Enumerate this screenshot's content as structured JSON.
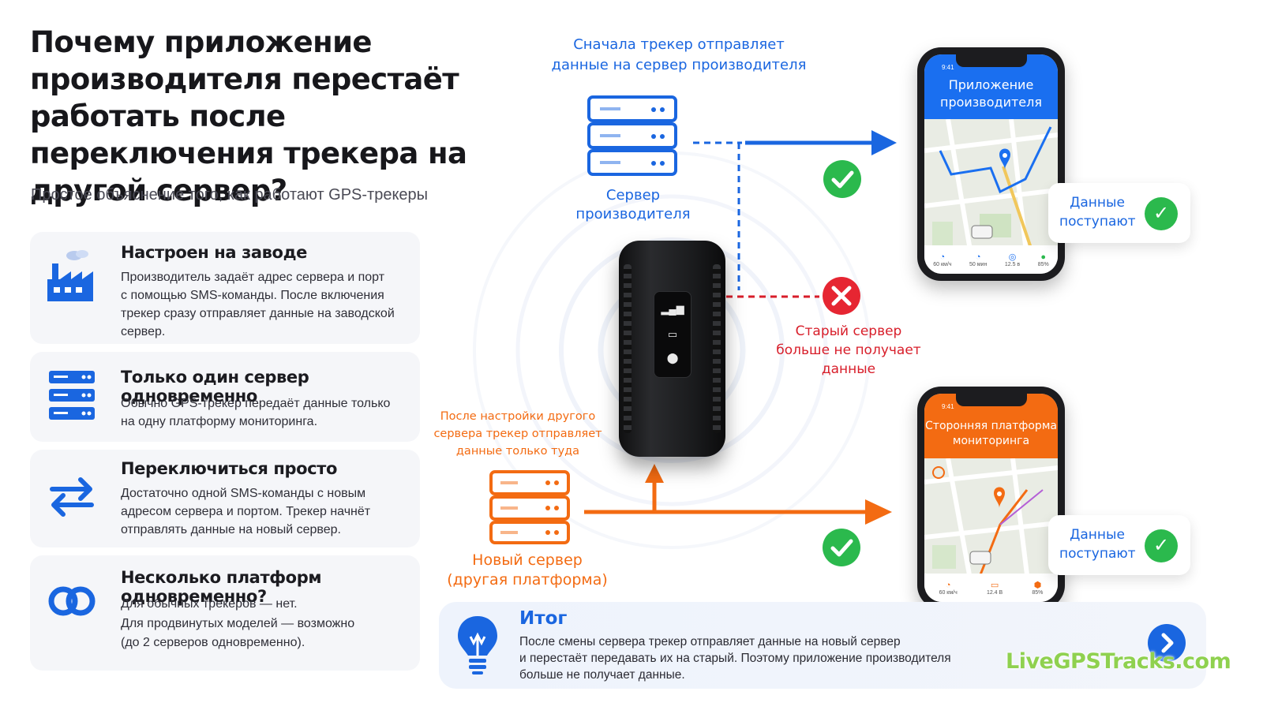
{
  "title": "Почему приложение производителя перестаёт работать после переключения трекера на другой сервер?",
  "subtitle": "Простое объяснение того, как работают GPS-трекеры",
  "cards": [
    {
      "icon": "factory-icon",
      "heading": "Настроен на заводе",
      "text": "Производитель задаёт адрес сервера и порт\nс помощью SMS-команды. После включения\nтрекер сразу отправляет данные на заводской\nсервер."
    },
    {
      "icon": "server-stack-icon",
      "heading": "Только один сервер одновременно",
      "text": "Обычно GPS-трекер передаёт данные только\nна одну платформу мониторинга."
    },
    {
      "icon": "swap-arrows-icon",
      "heading": "Переключиться просто",
      "text": "Достаточно одной SMS-команды с новым\nадресом сервера и портом. Трекер начнёт\nотправлять данные на новый сервер."
    },
    {
      "icon": "linked-rings-icon",
      "heading": "Несколько платформ одновременно?",
      "text": "Для обычных трекеров — нет.\nДля продвинутых моделей — возможно\n(до 2 серверов одновременно)."
    }
  ],
  "diagram": {
    "top_caption": "Сначала трекер отправляет\nданные на сервер производителя",
    "maker_server_label": "Сервер\nпроизводителя",
    "old_server_label": "Старый сервер\nбольше не получает\nданные",
    "new_caption": "После настройки другого\nсервера трекер отправляет\nданные только туда",
    "new_server_label": "Новый сервер\n(другая платформа)",
    "phone_top": {
      "header": "Приложение\nпроизводителя",
      "time": "9:41",
      "stats": [
        {
          "icon": "speed-icon",
          "value": "60 км/ч"
        },
        {
          "icon": "clock-icon",
          "value": "50 мин"
        },
        {
          "icon": "target-icon",
          "value": "12.5 в"
        },
        {
          "icon": "battery-icon",
          "value": "85%"
        }
      ]
    },
    "phone_bottom": {
      "header": "Сторонняя платформа\nмониторинга",
      "time": "9:41",
      "stats": [
        {
          "icon": "speed-icon",
          "value": "60 км/ч"
        },
        {
          "icon": "battery-icon",
          "value": "12.4 В"
        },
        {
          "icon": "shield-icon",
          "value": "85%"
        }
      ]
    },
    "status_top": "Данные\nпоступают",
    "status_bottom": "Данные\nпоступают"
  },
  "summary": {
    "heading": "Итог",
    "text": "После смены сервера трекер отправляет данные на новый сервер\nи перестаёт передавать их на старый. Поэтому приложение производителя\nбольше не получает данные."
  },
  "watermark": "LiveGPSTracks.com",
  "colors": {
    "blue": "#1a66e0",
    "orange": "#f36b12",
    "red": "#d81e2a",
    "green": "#2bb94d"
  }
}
